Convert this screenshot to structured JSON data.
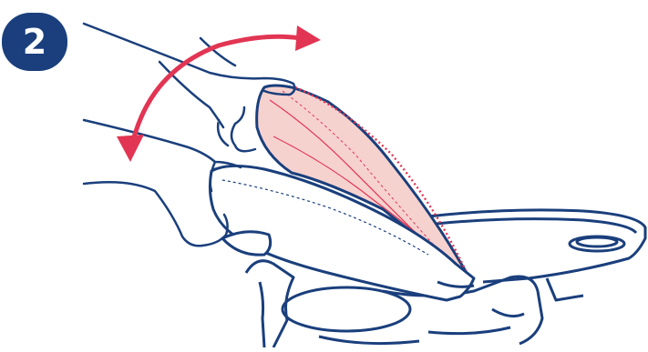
{
  "step": {
    "number": "2"
  },
  "colors": {
    "outline": "#1a3f7c",
    "badge": "#1a3f7c",
    "highlight_fill": "#f6d2cf",
    "arrow": "#e23553",
    "guide_dots": "#e23553"
  },
  "illustration": {
    "subject": "seat-backrest-fold",
    "motion": "two-way-curved-arrow"
  }
}
